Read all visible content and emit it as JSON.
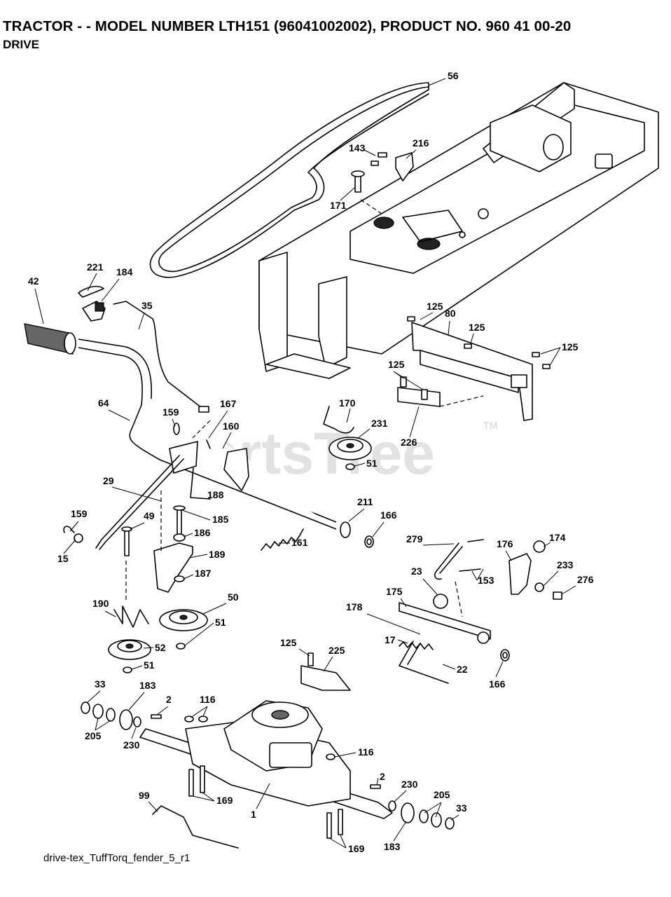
{
  "header": {
    "title": "TRACTOR - - MODEL NUMBER LTH151 (96041002002), PRODUCT NO. 960 41 00-20",
    "subtitle": "DRIVE"
  },
  "watermark": {
    "text": "PartsTree",
    "trademark": "TM"
  },
  "footer": {
    "drawing_id": "drive-tex_TuffTorq_fender_5_r1"
  },
  "callouts": [
    {
      "id": "c56",
      "text": "56"
    },
    {
      "id": "c143",
      "text": "143"
    },
    {
      "id": "c216",
      "text": "216"
    },
    {
      "id": "c171",
      "text": "171"
    },
    {
      "id": "c221",
      "text": "221"
    },
    {
      "id": "c184",
      "text": "184"
    },
    {
      "id": "c42",
      "text": "42"
    },
    {
      "id": "c35",
      "text": "35"
    },
    {
      "id": "c125a",
      "text": "125"
    },
    {
      "id": "c80",
      "text": "80"
    },
    {
      "id": "c125b",
      "text": "125"
    },
    {
      "id": "c125c",
      "text": "125"
    },
    {
      "id": "c125d",
      "text": "125"
    },
    {
      "id": "c64",
      "text": "64"
    },
    {
      "id": "c159a",
      "text": "159"
    },
    {
      "id": "c167",
      "text": "167"
    },
    {
      "id": "c160",
      "text": "160"
    },
    {
      "id": "c170",
      "text": "170"
    },
    {
      "id": "c231",
      "text": "231"
    },
    {
      "id": "c226",
      "text": "226"
    },
    {
      "id": "c51a",
      "text": "51"
    },
    {
      "id": "c29",
      "text": "29"
    },
    {
      "id": "c188",
      "text": "188"
    },
    {
      "id": "c211",
      "text": "211"
    },
    {
      "id": "c166a",
      "text": "166"
    },
    {
      "id": "c159b",
      "text": "159"
    },
    {
      "id": "c49",
      "text": "49"
    },
    {
      "id": "c185",
      "text": "185"
    },
    {
      "id": "c186",
      "text": "186"
    },
    {
      "id": "c161",
      "text": "161"
    },
    {
      "id": "c279",
      "text": "279"
    },
    {
      "id": "c176",
      "text": "176"
    },
    {
      "id": "c174",
      "text": "174"
    },
    {
      "id": "c15",
      "text": "15"
    },
    {
      "id": "c189",
      "text": "189"
    },
    {
      "id": "c233",
      "text": "233"
    },
    {
      "id": "c153",
      "text": "153"
    },
    {
      "id": "c23",
      "text": "23"
    },
    {
      "id": "c187",
      "text": "187"
    },
    {
      "id": "c276",
      "text": "276"
    },
    {
      "id": "c50",
      "text": "50"
    },
    {
      "id": "c175",
      "text": "175"
    },
    {
      "id": "c190",
      "text": "190"
    },
    {
      "id": "c178",
      "text": "178"
    },
    {
      "id": "c51b",
      "text": "51"
    },
    {
      "id": "c52",
      "text": "52"
    },
    {
      "id": "c17",
      "text": "17"
    },
    {
      "id": "c125e",
      "text": "125"
    },
    {
      "id": "c225",
      "text": "225"
    },
    {
      "id": "c51c",
      "text": "51"
    },
    {
      "id": "c22",
      "text": "22"
    },
    {
      "id": "c166b",
      "text": "166"
    },
    {
      "id": "c33a",
      "text": "33"
    },
    {
      "id": "c183a",
      "text": "183"
    },
    {
      "id": "c2a",
      "text": "2"
    },
    {
      "id": "c116a",
      "text": "116"
    },
    {
      "id": "c205a",
      "text": "205"
    },
    {
      "id": "c230a",
      "text": "230"
    },
    {
      "id": "c116b",
      "text": "116"
    },
    {
      "id": "c2b",
      "text": "2"
    },
    {
      "id": "c230b",
      "text": "230"
    },
    {
      "id": "c99",
      "text": "99"
    },
    {
      "id": "c169a",
      "text": "169"
    },
    {
      "id": "c205b",
      "text": "205"
    },
    {
      "id": "c1",
      "text": "1"
    },
    {
      "id": "c33b",
      "text": "33"
    },
    {
      "id": "c183b",
      "text": "183"
    },
    {
      "id": "c169b",
      "text": "169"
    }
  ]
}
